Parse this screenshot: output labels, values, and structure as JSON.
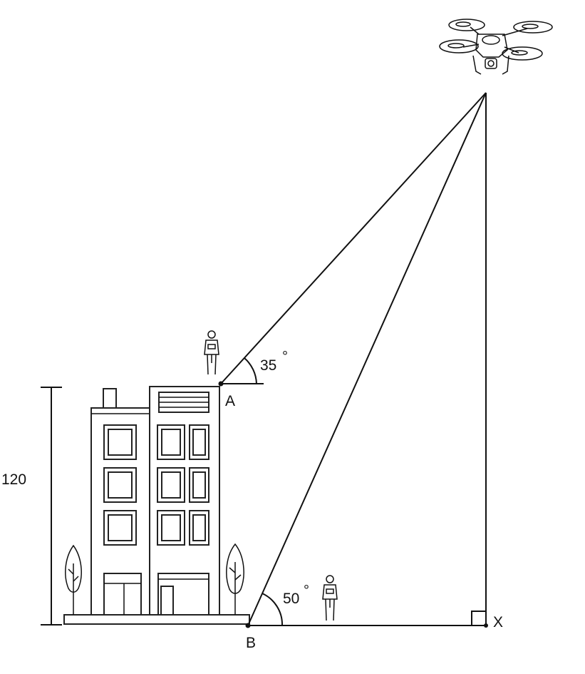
{
  "labels": {
    "point_a": "A",
    "point_b": "B",
    "point_x": "X",
    "height": "120",
    "angle_a": "35",
    "angle_b": "50",
    "degree_symbol": "°"
  }
}
